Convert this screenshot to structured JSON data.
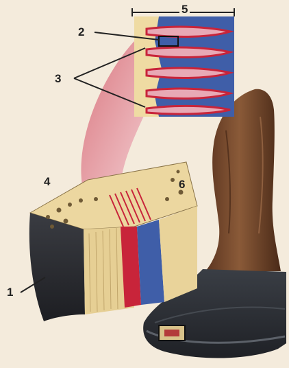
{
  "figure": {
    "callouts": {
      "c1": "1",
      "c2": "2",
      "c3": "3",
      "c4": "4",
      "c5": "5",
      "c6": "6"
    }
  },
  "colors": {
    "background": "#f4ebdc",
    "bone": "#efdba3",
    "pore": "#6f5a36",
    "epidermal_lamina": "#3f5ea8",
    "dermal_lamina": "#c8243a",
    "lamina_pink": "#e8a9b5",
    "hoof_wall": "#2f3238",
    "hoof_base": "#4a5057",
    "horse_leg": "#7a4a2c",
    "leader_line": "#222222"
  }
}
